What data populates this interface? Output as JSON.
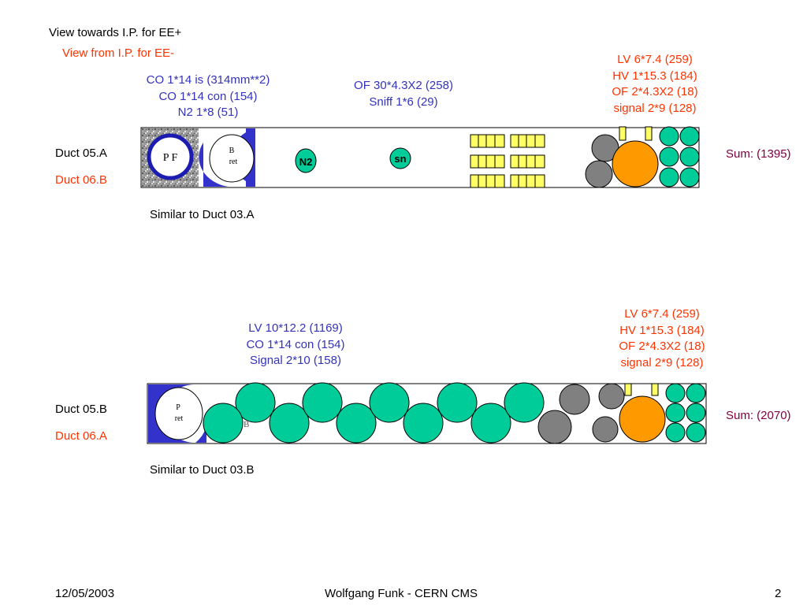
{
  "header": {
    "line1": "View towards I.P. for EE+",
    "line2": "View from I.P. for EE-"
  },
  "duct_top": {
    "left_label_1": "Duct 05.A",
    "left_label_2": "Duct 06.B",
    "sum": "Sum: (1395)",
    "similar": "Similar to Duct 03.A",
    "blue_lines": [
      "CO 1*14 is (314mm**2)",
      "CO 1*14 con (154)",
      "N2 1*8 (51)"
    ],
    "mid_lines": [
      "OF 30*4.3X2 (258)",
      "Sniff 1*6 (29)"
    ],
    "red_lines": [
      "LV  6*7.4 (259)",
      "HV 1*15.3 (184)",
      "OF 2*4.3X2 (18)",
      "signal 2*9 (128)"
    ],
    "pf_label": "P F",
    "bret_line1": "B",
    "bret_line2": "ret",
    "n2_label": "N2",
    "sn_label": "sn"
  },
  "duct_bottom": {
    "left_label_1": "Duct 05.B",
    "left_label_2": "Duct 06.A",
    "sum": "Sum: (2070)",
    "similar": "Similar to Duct 03.B",
    "blue_lines": [
      "LV 10*12.2 (1169)",
      "CO 1*14 con (154)",
      "Signal 2*10 (158)"
    ],
    "red_lines": [
      "LV  6*7.4 (259)",
      "HV 1*15.3 (184)",
      "OF 2*4.3X2 (18)",
      "signal 2*9 (128)"
    ],
    "pret_line1": "P",
    "pret_line2": "ret",
    "hidden_b": "B"
  },
  "footer": {
    "date": "12/05/2003",
    "author": "Wolfgang Funk - CERN  CMS",
    "page": "2"
  },
  "colors": {
    "blue_text": "#3333bb",
    "red_text": "#ff3300",
    "sum_text": "#800040",
    "green_cable": "#00cc99",
    "gray_cable": "#808080",
    "orange_cable": "#ff9900",
    "yellow_box": "#ffff66",
    "duct_blue": "#3333cc"
  }
}
